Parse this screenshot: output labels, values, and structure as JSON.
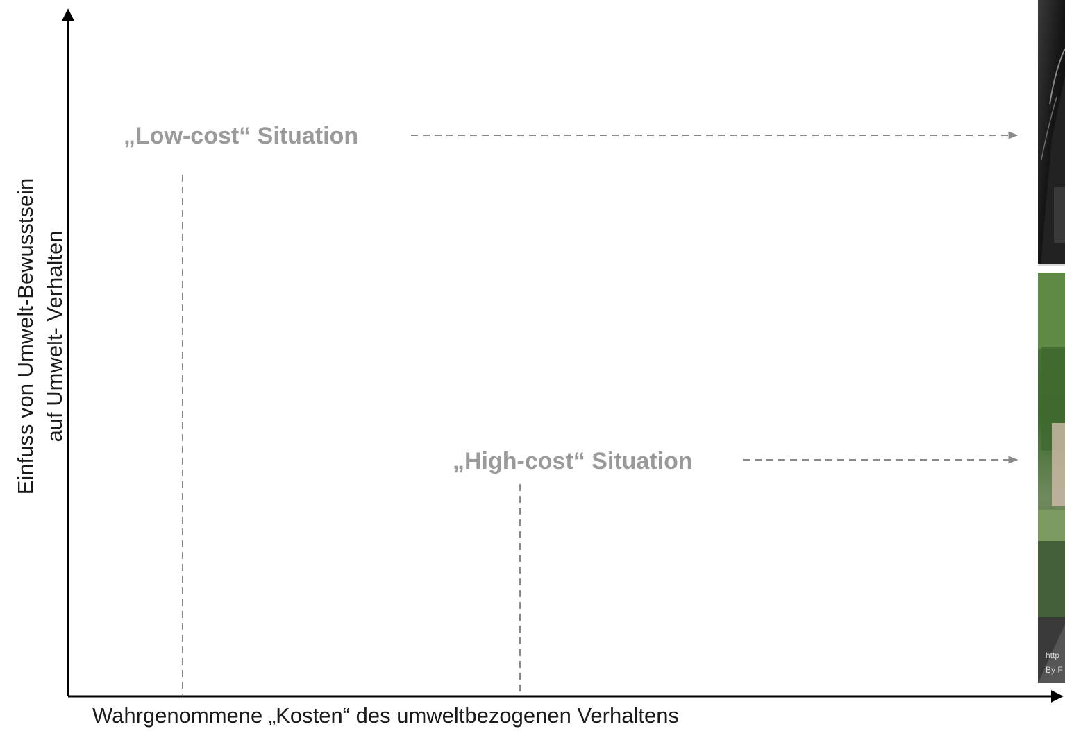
{
  "diagram": {
    "x_axis_label": "Wahrgenommene „Kosten“ des umweltbezogenen Verhaltens",
    "y_axis_label_line1": "Einfuss von Umwelt-Bewusstsein",
    "y_axis_label_line2": "auf Umwelt- Verhalten",
    "low_cost_label": "„Low-cost“ Situation",
    "high_cost_label": "„High-cost“ Situation"
  },
  "photos": {
    "top_photo_icon": "photo-icon",
    "bottom_photo_icon": "photo-icon",
    "bottom_caption_line1": "http",
    "bottom_caption_line2": "By F"
  },
  "colors": {
    "axis": "#000000",
    "label_gray": "#9a9a9a",
    "dashed_gray": "#888888"
  }
}
